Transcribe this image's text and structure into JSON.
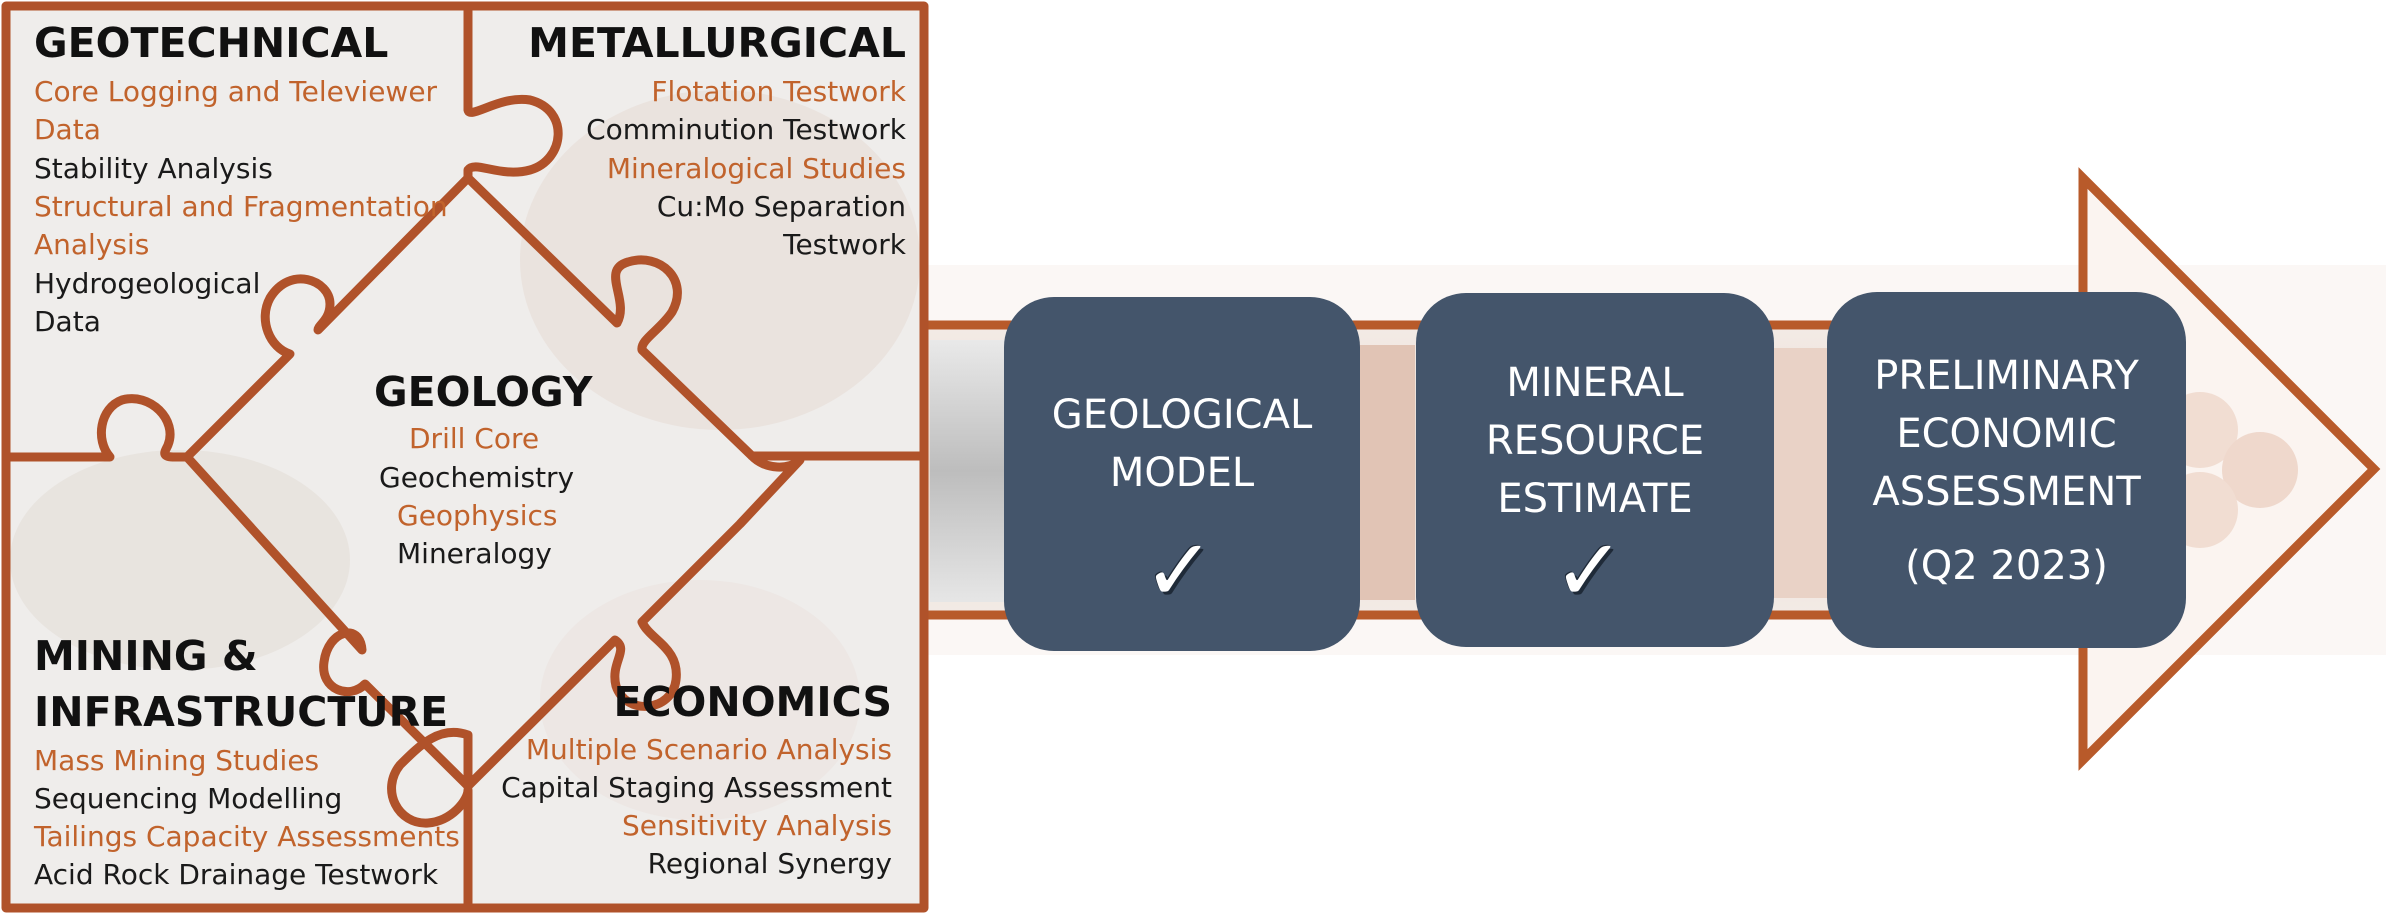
{
  "puzzle": {
    "geotechnical": {
      "title": "GEOTECHNICAL",
      "items": [
        "Core Logging and Televiewer",
        "Data",
        "Stability Analysis",
        "Structural and Fragmentation",
        "Analysis",
        "Hydrogeological",
        "Data"
      ]
    },
    "metallurgical": {
      "title": "METALLURGICAL",
      "items": [
        "Flotation Testwork",
        "Comminution Testwork",
        "Mineralogical Studies",
        "Cu:Mo Separation",
        "Testwork"
      ]
    },
    "geology": {
      "title": "GEOLOGY",
      "items": [
        "Drill Core",
        "Geochemistry",
        "Geophysics",
        "Mineralogy"
      ]
    },
    "mining": {
      "title_line1": "MINING &",
      "title_line2": "INFRASTRUCTURE",
      "items": [
        "Mass Mining Studies",
        "Sequencing Modelling",
        "Tailings Capacity Assessments",
        "Acid Rock Drainage Testwork"
      ]
    },
    "economics": {
      "title": "ECONOMICS",
      "items": [
        "Multiple Scenario Analysis",
        "Capital Staging Assessment",
        "Sensitivity Analysis",
        "Regional Synergy"
      ]
    }
  },
  "stages": [
    {
      "lines": [
        "GEOLOGICAL",
        "MODEL"
      ],
      "status_icon": "checkmark-icon"
    },
    {
      "lines": [
        "MINERAL",
        "RESOURCE",
        "ESTIMATE"
      ],
      "status_icon": "checkmark-icon"
    },
    {
      "lines": [
        "PRELIMINARY",
        "ECONOMIC",
        "ASSESSMENT",
        "(Q2 2023)"
      ]
    }
  ],
  "check_glyph": "✓",
  "colors": {
    "accent_orange": "#b85a2a",
    "box_fill": "#44556b",
    "text_orange": "#c1632c"
  }
}
